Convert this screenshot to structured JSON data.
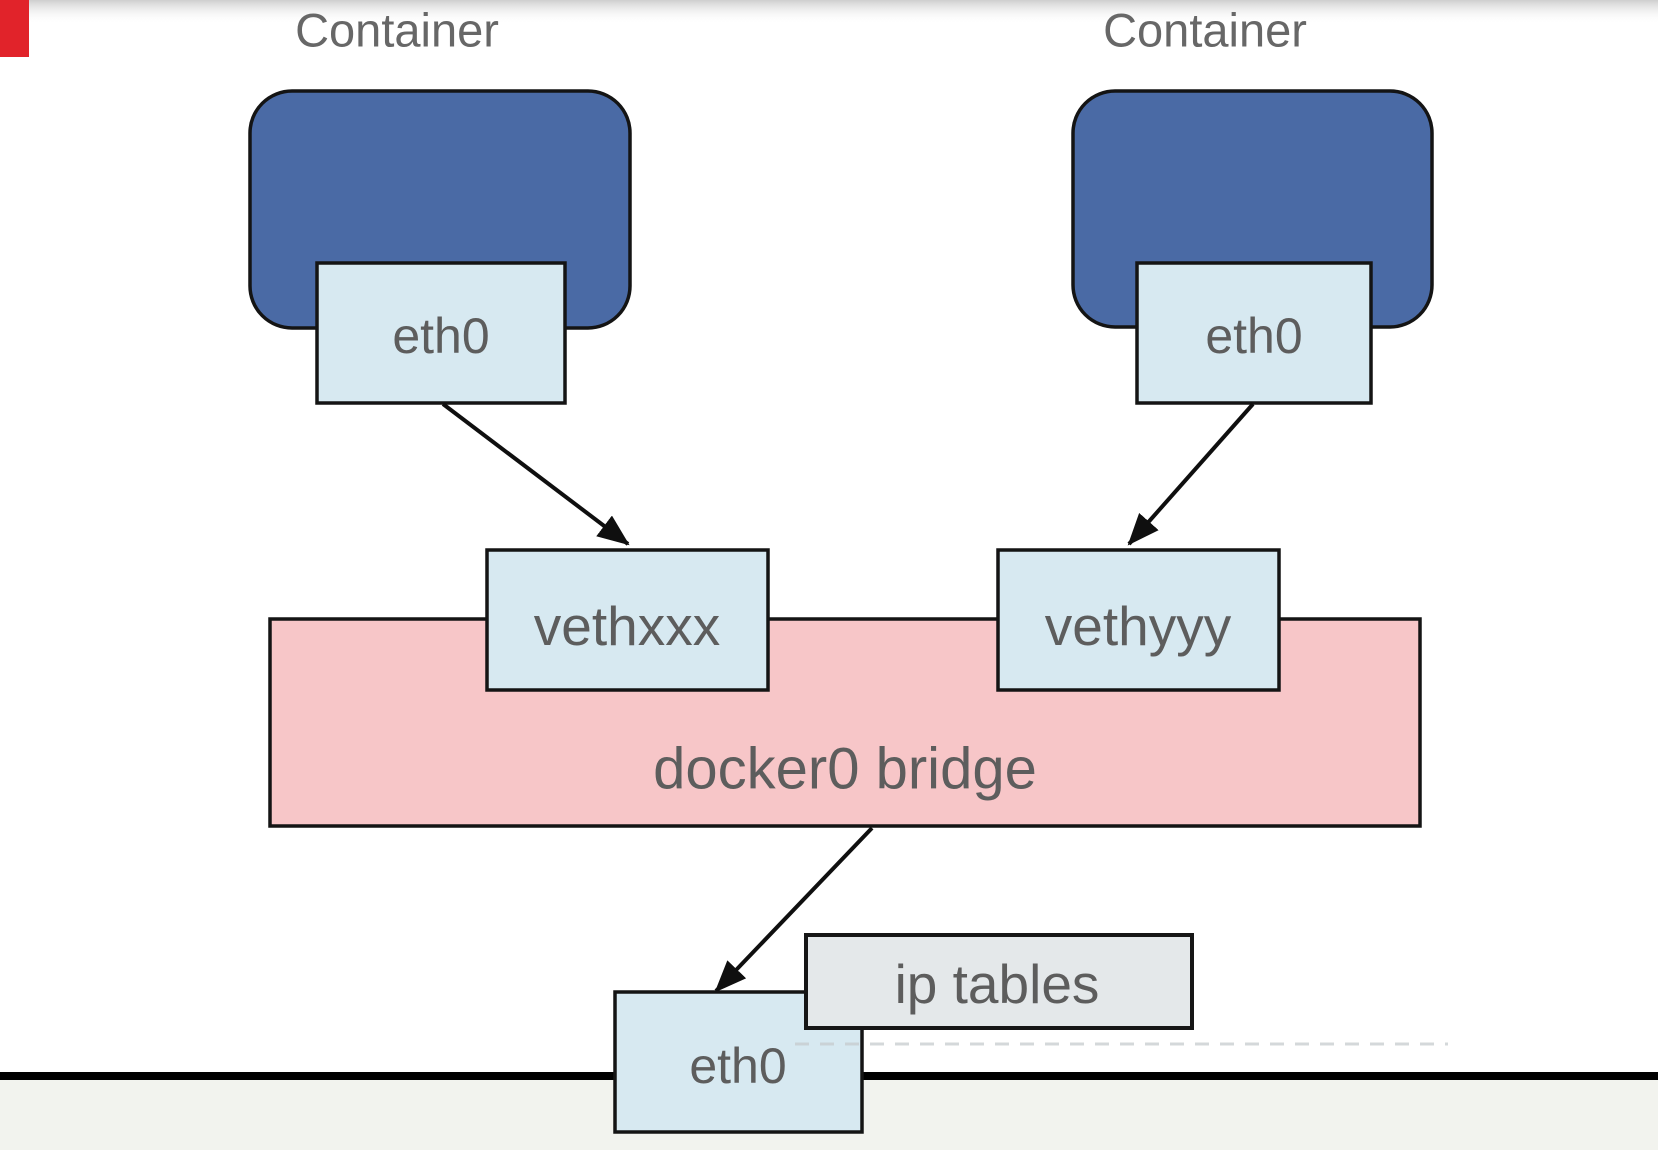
{
  "labels": {
    "container_left": "Container",
    "container_right": "Container",
    "eth0_container_left": "eth0",
    "eth0_container_right": "eth0",
    "veth_left": "vethxxx",
    "veth_right": "vethyyy",
    "bridge": "docker0 bridge",
    "iptables": "ip tables",
    "eth0_host": "eth0"
  },
  "colors": {
    "container_fill": "#4a6aa5",
    "interface_fill": "#d7e9f1",
    "bridge_fill": "#f7c6c8",
    "iptables_fill": "#e4e8ea",
    "heading_text": "#676767",
    "box_text": "#5d5d5d",
    "corner_marker": "#e1232a",
    "below_host_bg": "#f2f3ee"
  }
}
